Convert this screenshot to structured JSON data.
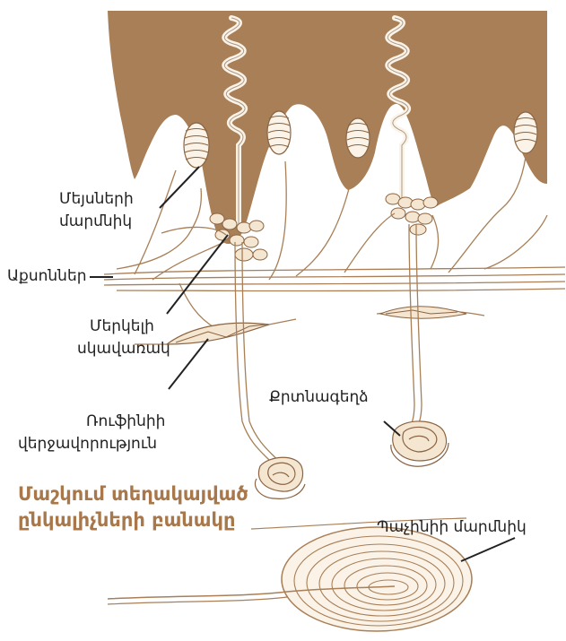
{
  "labels": {
    "meissner_line1": "Մեյսների",
    "meissner_line2": "մարմնիկ",
    "axons": "Աքսոններ",
    "merkel_line1": "Մերկելի",
    "merkel_line2": "սկավառակ",
    "ruffini_line1": "Ռուֆինիի",
    "ruffini_line2": "վերջավորություն",
    "krause": "Քրտնագեղձ",
    "pacini": "Պաչինիի մարմնիկ"
  },
  "title": {
    "line1": "Մաշկում տեղակայված",
    "line2": "ընկալիչների բանակը"
  },
  "colors": {
    "skin": "#a87f57",
    "title": "#a8774a",
    "nerve": "#a87f57"
  }
}
